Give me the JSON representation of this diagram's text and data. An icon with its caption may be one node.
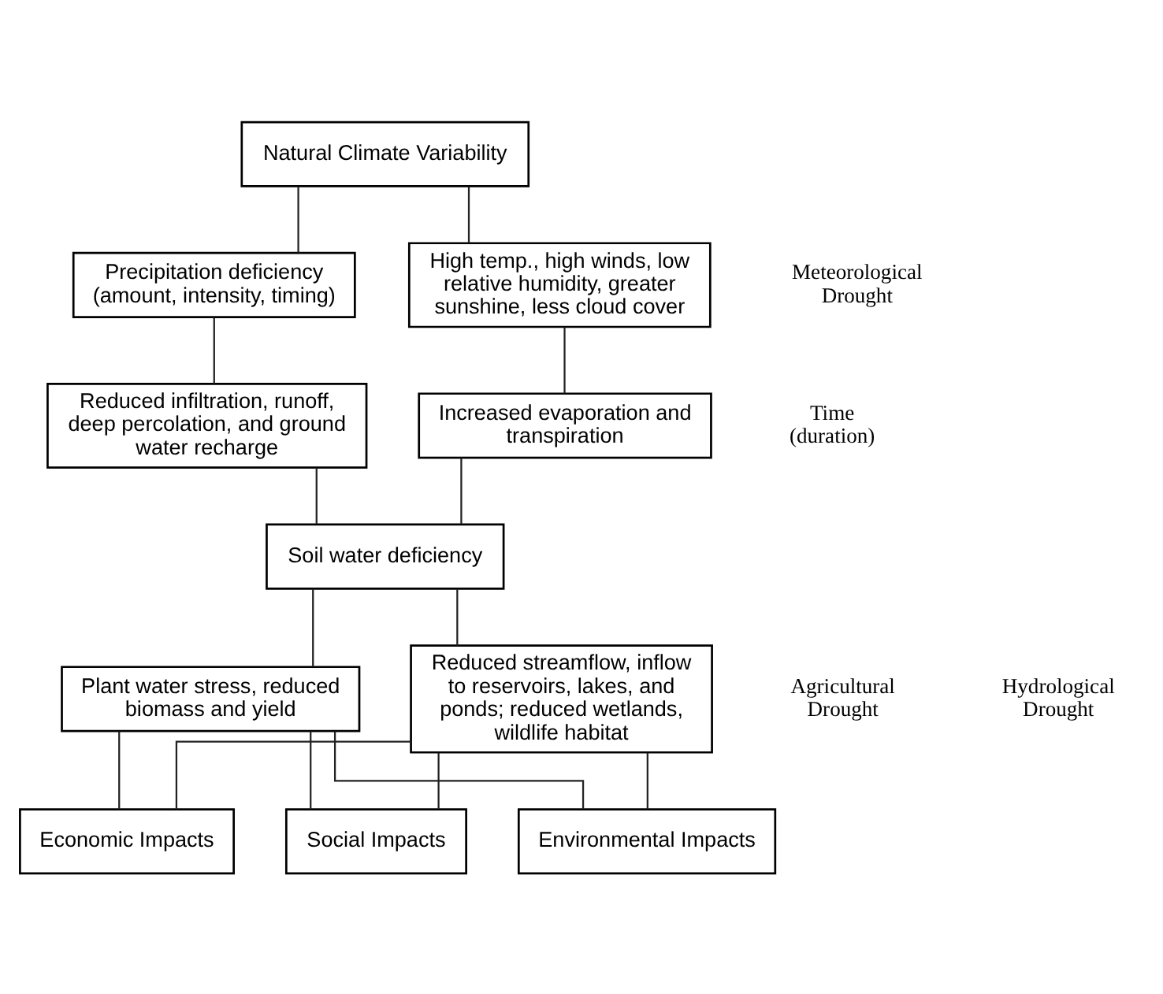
{
  "diagram": {
    "nodes": [
      {
        "text": [
          "Natural Climate Variability"
        ]
      },
      {
        "text": [
          "Precipitation deficiency (amount, intensity, timing)"
        ]
      },
      {
        "text": [
          "High temp., high winds, low relative humidity, greater sunshine, less cloud cover"
        ]
      },
      {
        "text": [
          "Reduced infiltration, runoff, deep percolation, and ground water recharge"
        ]
      },
      {
        "text": [
          "Increased evaporation and transpiration"
        ]
      },
      {
        "text": [
          "Soil water deficiency"
        ]
      },
      {
        "text": [
          "Plant water stress, reduced biomass and yield"
        ]
      },
      {
        "text": [
          "Reduced streamflow, inflow to reservoirs, lakes, and ponds; reduced wetlands, wildlife habitat"
        ]
      },
      {
        "text": [
          "Economic Impacts"
        ]
      },
      {
        "text": [
          "Social Impacts"
        ]
      },
      {
        "text": [
          "Environmental Impacts"
        ]
      }
    ],
    "edges": [
      {
        "from": 0,
        "to": 1,
        "arrow": "none"
      },
      {
        "from": 0,
        "to": 2,
        "arrow": "none"
      },
      {
        "from": 1,
        "to": 3,
        "arrow": "none"
      },
      {
        "from": 2,
        "to": 4,
        "arrow": "none"
      },
      {
        "from": 3,
        "to": 5,
        "arrow": "none"
      },
      {
        "from": 4,
        "to": 5,
        "arrow": "none"
      },
      {
        "from": 5,
        "to": 6,
        "arrow": "none"
      },
      {
        "from": 5,
        "to": 7,
        "arrow": "none"
      },
      {
        "from": 7,
        "to": 8,
        "arrow": "none"
      },
      {
        "from": 7,
        "to": 9,
        "arrow": "none"
      },
      {
        "from": 7,
        "to": 10,
        "arrow": "none"
      },
      {
        "from": 6,
        "to": 8,
        "arrow": "none"
      },
      {
        "from": 6,
        "to": 9,
        "arrow": "none"
      },
      {
        "from": 6,
        "to": 10,
        "arrow": "none"
      }
    ],
    "labels": [
      "Time (duration)",
      "Meteorological Drought",
      "Agricultural Drought",
      "Hydrological Drought"
    ]
  }
}
